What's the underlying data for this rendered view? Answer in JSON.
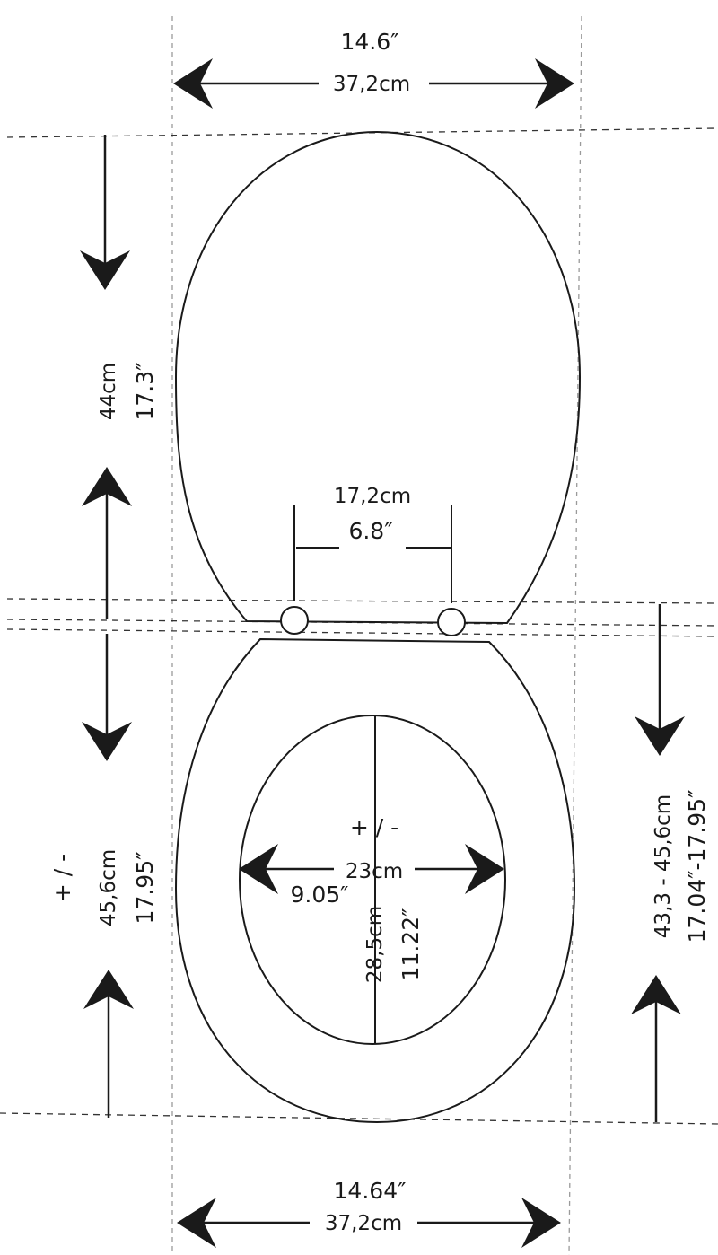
{
  "top_width": {
    "inches": "14.6″",
    "cm": "37,2cm"
  },
  "lid_length": {
    "cm": "44cm",
    "inches": "17.3″"
  },
  "hinge_spacing": {
    "cm": "17,2cm",
    "inches": "6.8″"
  },
  "seat_length": {
    "tolerance": "+ / -",
    "cm": "45,6cm",
    "inches": "17.95″"
  },
  "opening": {
    "tolerance": "+ / -",
    "width_cm": "23cm",
    "width_inches": "9.05″",
    "length_cm": "28,5cm",
    "length_inches": "11.22″"
  },
  "fit_range": {
    "cm": "43,3 - 45,6cm",
    "inches": "17.04″-17.95″"
  },
  "bottom_width": {
    "inches": "14.64″",
    "cm": "37,2cm"
  },
  "colors": {
    "line": "#1a1a1a",
    "guide": "#888888",
    "background": "#ffffff"
  }
}
